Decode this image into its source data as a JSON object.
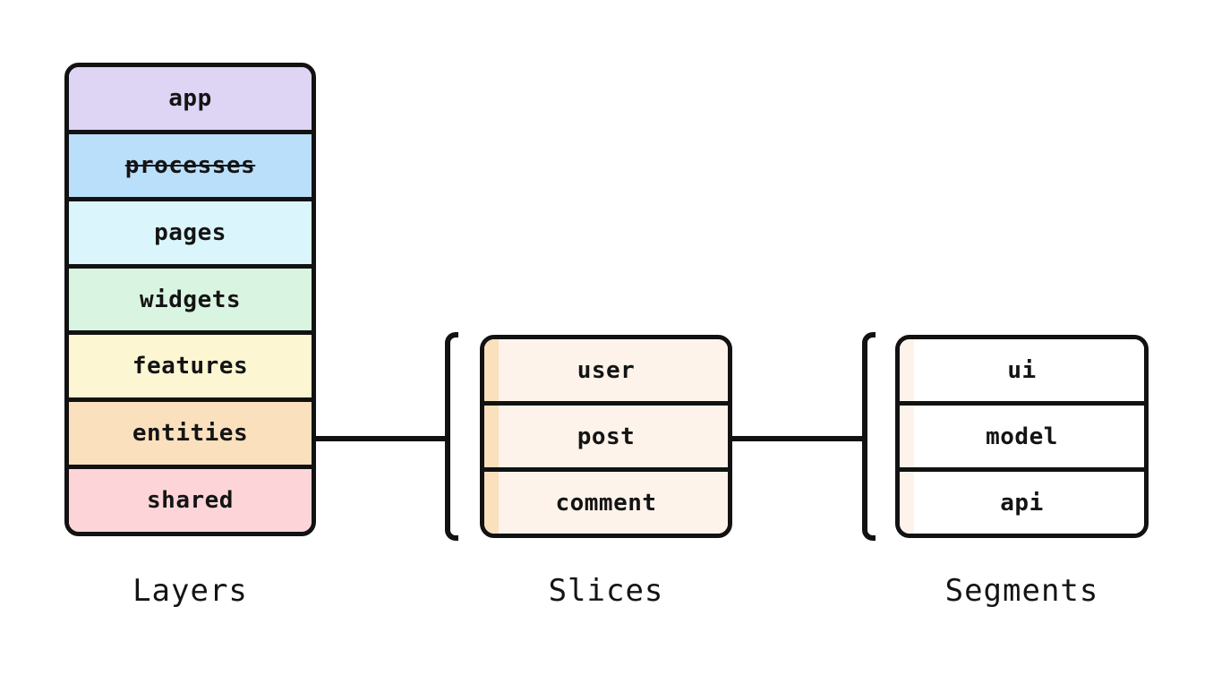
{
  "layers": {
    "caption": "Layers",
    "items": [
      {
        "label": "app",
        "color": "#ded5f5",
        "deprecated": false
      },
      {
        "label": "processes",
        "color": "#badffb",
        "deprecated": true
      },
      {
        "label": "pages",
        "color": "#dbf5fc",
        "deprecated": false
      },
      {
        "label": "widgets",
        "color": "#d9f4e0",
        "deprecated": false
      },
      {
        "label": "features",
        "color": "#fcf6d2",
        "deprecated": false
      },
      {
        "label": "entities",
        "color": "#fbe0be",
        "deprecated": false
      },
      {
        "label": "shared",
        "color": "#fdd5d8",
        "deprecated": false
      }
    ]
  },
  "slices": {
    "caption": "Slices",
    "body_color": "#fef3ea",
    "stripe_color": "#fbe0be",
    "items": [
      {
        "label": "user"
      },
      {
        "label": "post"
      },
      {
        "label": "comment"
      }
    ]
  },
  "segments": {
    "caption": "Segments",
    "body_color": "#ffffff",
    "stripe_color": "#fdf3ea",
    "items": [
      {
        "label": "ui"
      },
      {
        "label": "model"
      },
      {
        "label": "api"
      }
    ]
  },
  "style": {
    "border_color": "#121212",
    "text_color": "#141414",
    "background_color": "#ffffff",
    "connector_color": "#121212"
  }
}
